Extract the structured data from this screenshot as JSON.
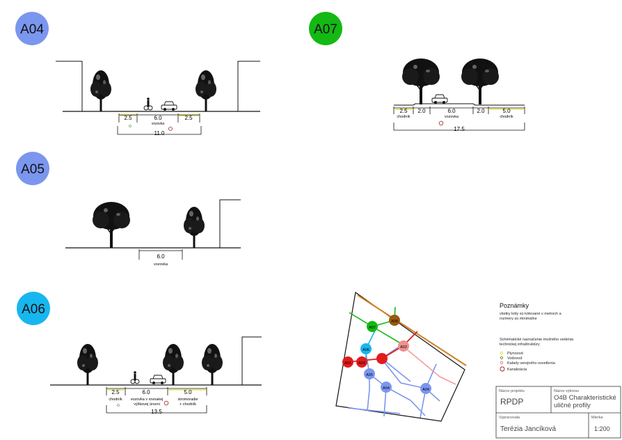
{
  "sections": {
    "a04": {
      "badge": "A04",
      "badge_color": "#7b96ef",
      "dims": [
        "2.5",
        "6.0",
        "2.5"
      ],
      "vozovka": "vozovka",
      "total": "11.0"
    },
    "a05": {
      "badge": "A05",
      "badge_color": "#7b96ef",
      "dims": [
        "6.0"
      ],
      "vozovka": "vozovka"
    },
    "a06": {
      "badge": "A06",
      "badge_color": "#18b6ef",
      "dims": [
        "2.5",
        "6.0",
        "5.0"
      ],
      "labels": [
        "chodník",
        "vozovka v rovnakej",
        "výškovej úrovni",
        "stromoradie",
        "+ chodník"
      ],
      "total": "13.5"
    },
    "a07": {
      "badge": "A07",
      "badge_color": "#14b914",
      "dims": [
        "2.5",
        "2.0",
        "6.0",
        "2.0",
        "5.0"
      ],
      "labels": [
        "chodník",
        "vozovka",
        "chodník"
      ],
      "total": "17.5"
    }
  },
  "map": {
    "nodes": [
      "A07",
      "A08",
      "A06",
      "A01",
      "A03",
      "A02",
      "A05",
      "A04",
      "A04"
    ]
  },
  "notes": {
    "title": "Poznámky",
    "line1": "všetky kóty sú kótované v metroch a",
    "line2": "rozmery sú minimálne",
    "infra1": "Schématické naznačenie možného vedenia",
    "infra2": "technickej infraštruktúry",
    "legend": [
      {
        "label": "Plynovod",
        "color": "#e8e000"
      },
      {
        "label": "Vodovod",
        "color": "#3a8a3a"
      },
      {
        "label": "Kabely verejného osvetlenia",
        "color": "#e36060"
      },
      {
        "label": "Kanalizácia",
        "color": "#a02020"
      }
    ]
  },
  "titleblock": {
    "project_label": "Názov projektu",
    "project": "RPDP",
    "drawing_label": "Názov výkresu",
    "drawing1": "O4B Charakteristické",
    "drawing2": "uličné profily",
    "author_label": "Vypracovala",
    "author": "Terézia Jancíková",
    "scale_label": "Mierka",
    "scale": "1:200"
  }
}
